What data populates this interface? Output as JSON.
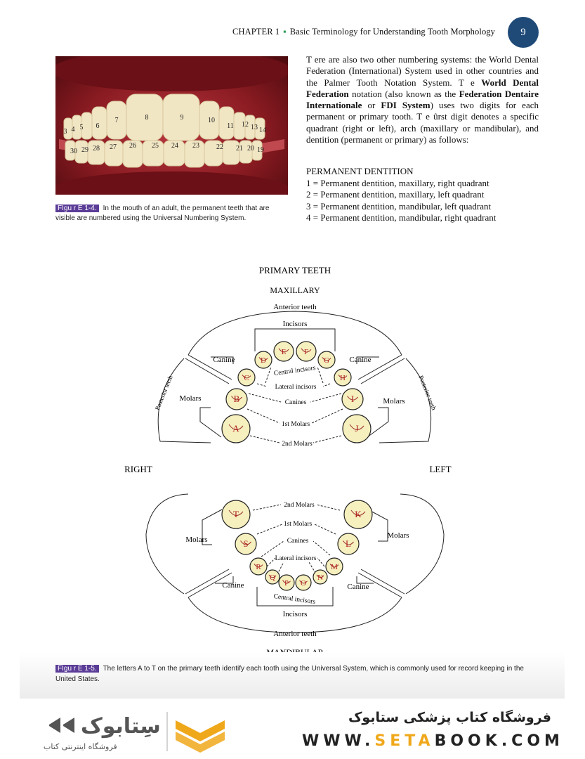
{
  "header": {
    "chapter": "CHAPTER 1",
    "title": "Basic Terminology for Understanding Tooth Morphology",
    "page_number": "9"
  },
  "figure_1_4": {
    "label": "FIgu r E 1-4.",
    "caption": "In the mouth of an adult, the permanent teeth that are visible are numbered using the Universal Numbering System.",
    "upper_numbers": [
      "3",
      "4",
      "5",
      "6",
      "7",
      "8",
      "9",
      "10",
      "11",
      "12",
      "13",
      "14"
    ],
    "lower_numbers": [
      "30",
      "29",
      "28",
      "27",
      "26",
      "25",
      "24",
      "23",
      "22",
      "21",
      "20",
      "19"
    ]
  },
  "body": {
    "paragraph_start": "T ere are also two other numbering systems: the World Dental Federation (International) System used in other countries and the Palmer Tooth Notation System. T e ",
    "bold1": "World Dental Federation",
    "mid1": " notation (also known as the ",
    "bold2": "Federation Dentaire Internationale",
    "mid2": " or ",
    "bold3": "FDI System",
    "paragraph_end": ") uses two digits for each permanent or primary tooth. T e ûrst digit denotes a specific quadrant (right or left), arch (maxillary or mandibular), and dentition (permanent or primary) as follows:"
  },
  "permanent_dentition": {
    "heading": "PERMANENT DENTITION",
    "items": [
      "1 = Permanent dentition, maxillary, right quadrant",
      "2 = Permanent dentition, maxillary, left quadrant",
      "3 = Permanent dentition, mandibular, left quadrant",
      "4 = Permanent dentition, mandibular, right quadrant"
    ]
  },
  "diagram": {
    "title": "PRIMARY TEETH",
    "maxillary": "MAXILLARY",
    "mandibular": "MANDIBULAR",
    "right": "RIGHT",
    "left": "LEFT",
    "anterior_teeth": "Anterior teeth",
    "posterior_teeth": "Posterior teeth",
    "incisors": "Incisors",
    "canine": "Canine",
    "molars": "Molars",
    "central_incisors": "Central incisors",
    "lateral_incisors": "Lateral incisors",
    "canines": "Canines",
    "first_molars": "1st Molars",
    "second_molars": "2nd Molars",
    "upper_letters": [
      "A",
      "B",
      "C",
      "D",
      "E",
      "F",
      "G",
      "H",
      "I",
      "J"
    ],
    "lower_letters": [
      "K",
      "L",
      "M",
      "N",
      "O",
      "P",
      "Q",
      "R",
      "S",
      "T"
    ]
  },
  "figure_1_5": {
    "label": "FIgu r E 1-5.",
    "caption": "The letters A to T on the primary teeth identify each tooth using the Universal System, which is commonly used for record keeping in the United States."
  },
  "banner": {
    "store_fa": "فروشگاه کتاب پزشکی ستابوک",
    "site_pre": "WWW.",
    "site_hl1": "SETA",
    "site_mid": "BOOK",
    "site_post": ".COM",
    "logo_fa": "فروشگاه اینترنتی کتاب",
    "colors": {
      "accent": "#f0a81b",
      "badge": "#1f4a78",
      "fig_label": "#5b3c97"
    }
  }
}
